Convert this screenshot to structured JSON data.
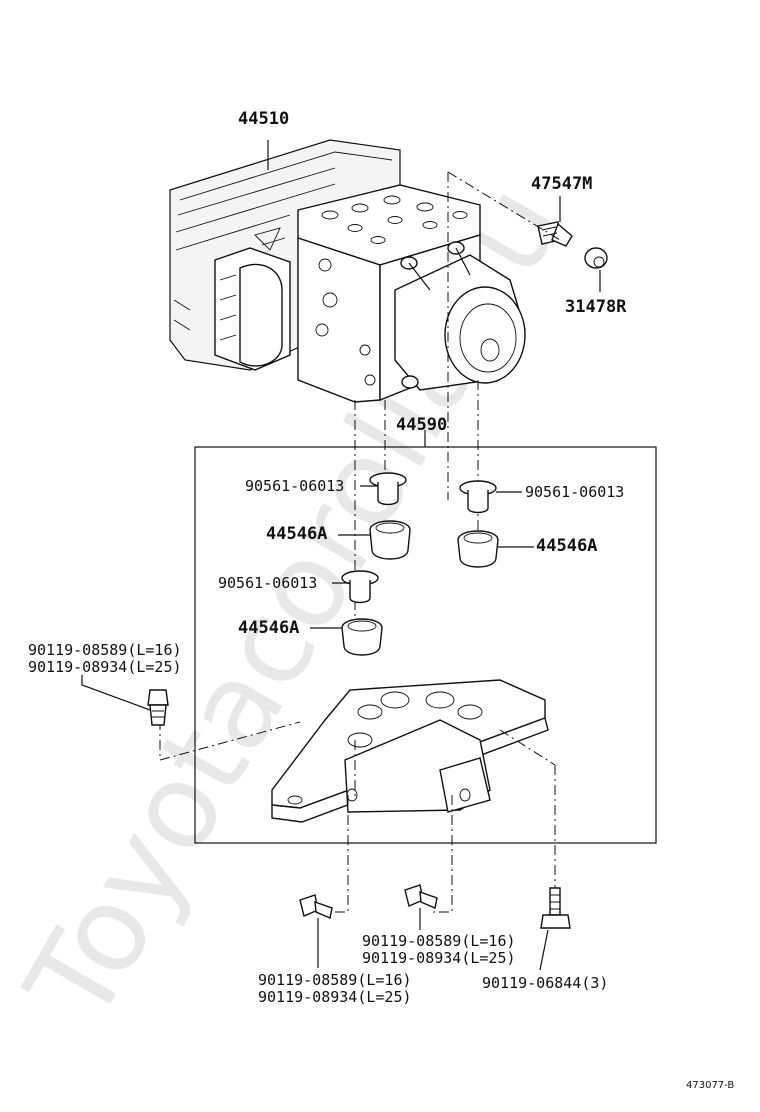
{
  "watermark": "Toyotacorolla.ru",
  "labels": {
    "abs_actuator": "44510",
    "bleeder_plug": "47547M",
    "cap": "31478R",
    "bracket_assy": "44590",
    "collar_top_left": "90561-06013",
    "collar_top_right": "90561-06013",
    "collar_mid": "90561-06013",
    "cushion_left": "44546A",
    "cushion_right": "44546A",
    "cushion_lower": "44546A",
    "bolt_left_l16": "90119-08589(L=16)",
    "bolt_left_l25": "90119-08934(L=25)",
    "bolt_center_l16": "90119-08589(L=16)",
    "bolt_center_l25": "90119-08934(L=25)",
    "bolt_bottom_l16": "90119-08589(L=16)",
    "bolt_bottom_l25": "90119-08934(L=25)",
    "bolt_right": "90119-06844(3)"
  },
  "drawing_code": "473077-B"
}
